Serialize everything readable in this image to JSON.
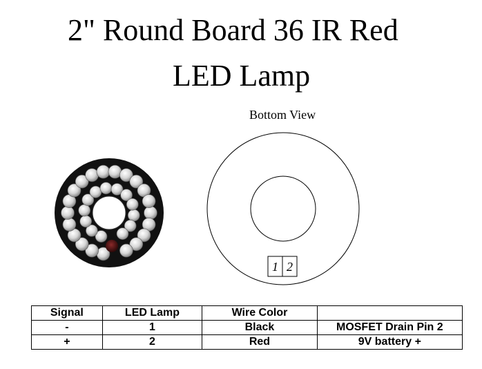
{
  "title": {
    "line1": "2\" Round Board 36 IR Red",
    "line2": "LED Lamp"
  },
  "diagram": {
    "caption": "Bottom View",
    "pad1": "1",
    "pad2": "2"
  },
  "photo": {
    "led_count": 36,
    "board_color": "#111111",
    "led_color": "#d8d8d8",
    "sensor_color": "#5a1414"
  },
  "table": {
    "headers": [
      "Signal",
      "LED Lamp",
      "Wire Color",
      ""
    ],
    "rows": [
      [
        "-",
        "1",
        "Black",
        "MOSFET Drain Pin 2"
      ],
      [
        "+",
        "2",
        "Red",
        "9V battery +"
      ]
    ]
  }
}
